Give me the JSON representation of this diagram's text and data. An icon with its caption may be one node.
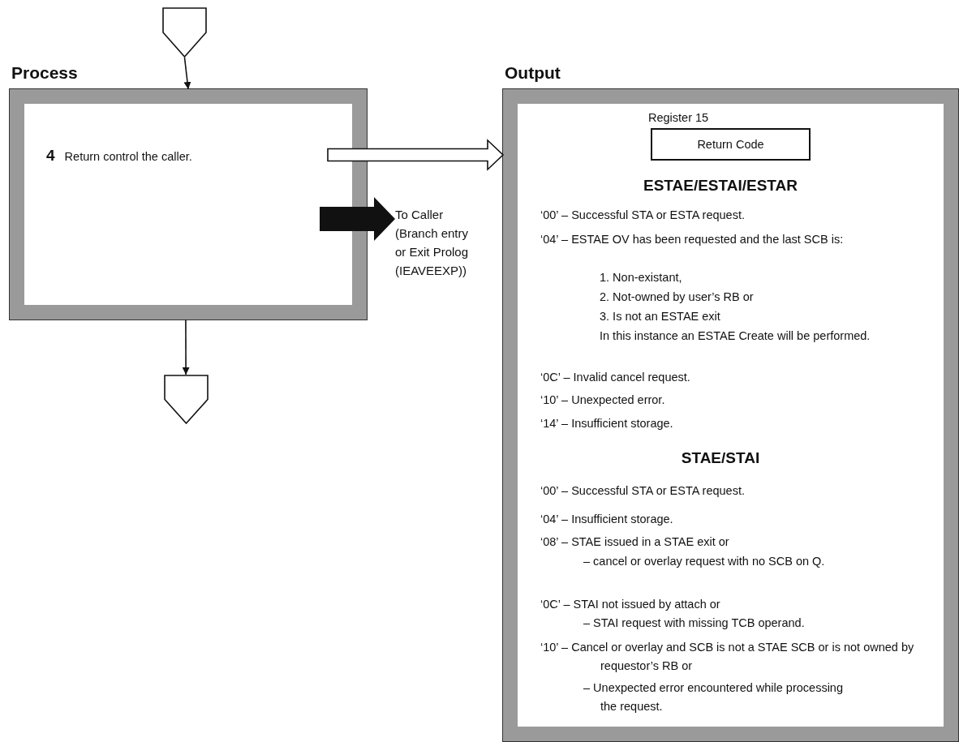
{
  "diagram": {
    "nodes": [
      {
        "text": [],
        "shape": "pentagon"
      },
      {
        "text": [
          "Process",
          "**4** Return control the caller."
        ]
      },
      {
        "text": [],
        "shape": "pentagon"
      },
      {
        "text": [
          "To Caller (Branch entry or Exit Prolog (IEAVEEXP))"
        ]
      },
      {
        "text": [
          "Output",
          "ESTAE/ESTAI/ESTAR",
          "‘00’ – Successful STA or ESTA request.",
          "‘04’ – ESTAE OV has been requested and the last SCB is:",
          "1. Non-existant,",
          "2. Not-owned by user’s RB or",
          "3. Is not an ESTAE exit",
          "In this instance an ESTAE Create will be performed.",
          "‘0C’ – Invalid cancel request.",
          "‘10’ – Unexpected error.",
          "‘14’ – Insufficient storage.",
          "STAE/STAI",
          "‘00’ – Successful STA or ESTA request.",
          "‘04’ – Insufficient storage.",
          "‘08’ – STAE issued in a STAE exit or",
          "– cancel or overlay request with no SCB on Q.",
          "‘0C’ – STAI not issued by attach or",
          "– STAI request with missing TCB operand.",
          "‘10’ – Cancel or overlay and SCB is not a STAE SCB or is not owned by requestor’s RB or",
          "– Unexpected error encountered while processing the request."
        ]
      },
      {
        "text": [
          "Register 15",
          "Return Code"
        ],
        "in": 4
      }
    ],
    "edges": [
      {
        "from": 0,
        "to": 1,
        "arrow": "to"
      },
      {
        "from": 1,
        "to": 2,
        "arrow": "to"
      },
      {
        "from": 1,
        "to": 4,
        "arrow": "to"
      },
      {
        "from": 1,
        "to": 3,
        "arrow": "to",
        "style": "thick"
      }
    ]
  }
}
